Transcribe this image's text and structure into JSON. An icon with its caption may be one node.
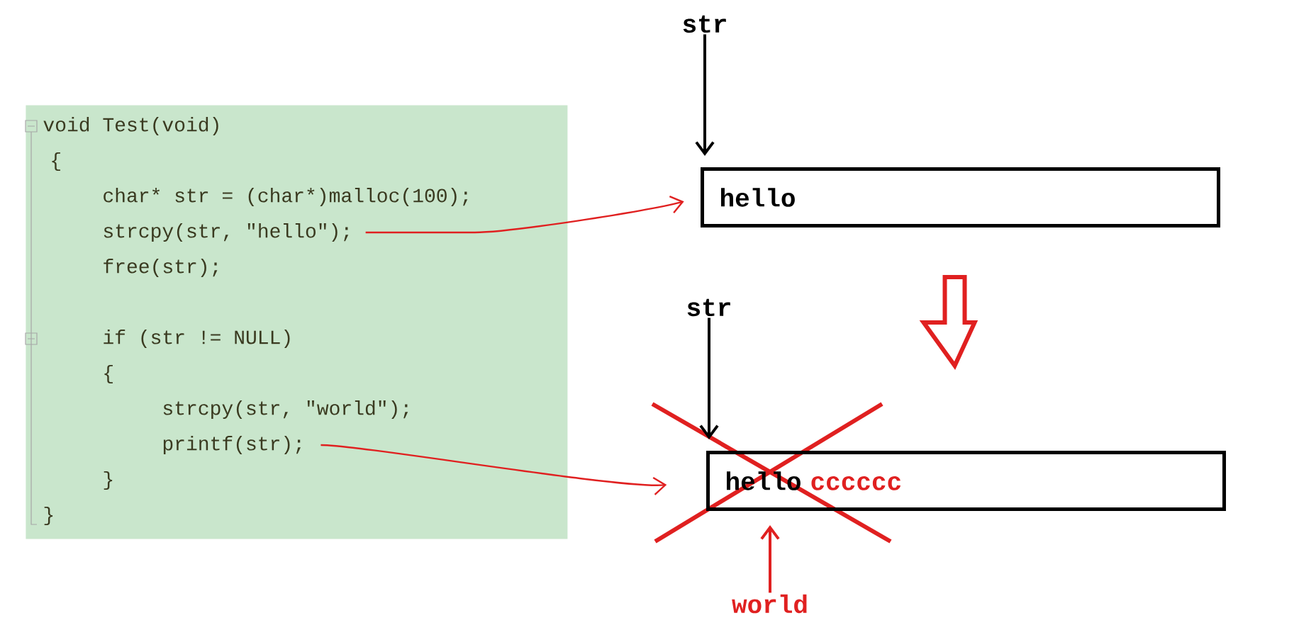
{
  "diagram": {
    "nodes": [
      {
        "text": [],
        "shape": "box"
      },
      {
        "text": [
          "void Test(void)"
        ],
        "in": 0
      },
      {
        "text": [
          "{"
        ],
        "in": 0
      },
      {
        "text": [
          "char* str = (char*)malloc(100);"
        ],
        "in": 0
      },
      {
        "text": [
          "strcpy(str, \"hello\");"
        ],
        "in": 0
      },
      {
        "text": [
          "free(str);"
        ],
        "in": 0
      },
      {
        "text": [
          "if (str != NULL)"
        ],
        "in": 0
      },
      {
        "text": [
          "{"
        ],
        "in": 0
      },
      {
        "text": [
          "strcpy(str, \"world\");"
        ],
        "in": 0
      },
      {
        "text": [
          "printf(str);"
        ],
        "in": 0
      },
      {
        "text": [
          "}"
        ],
        "in": 0
      },
      {
        "text": [
          "}"
        ],
        "in": 0
      },
      {
        "text": [
          "str"
        ]
      },
      {
        "text": [
          "hello"
        ]
      },
      {
        "text": [
          "str"
        ]
      },
      {
        "text": [
          "hello",
          "cccccc"
        ]
      },
      {
        "text": [
          "world"
        ]
      }
    ],
    "edges": [
      {
        "from": 4,
        "to": 13,
        "arrow": "to"
      },
      {
        "from": 9,
        "to": 15,
        "arrow": "to"
      },
      {
        "from": 12,
        "to": 13,
        "arrow": "to",
        "color": "#000000"
      },
      {
        "from": 14,
        "to": 15,
        "arrow": "to",
        "color": "#000000"
      },
      {
        "from": 13,
        "to": 15,
        "arrow": "to",
        "style": "thick"
      },
      {
        "from": 16,
        "to": 15,
        "arrow": "to"
      }
    ]
  }
}
